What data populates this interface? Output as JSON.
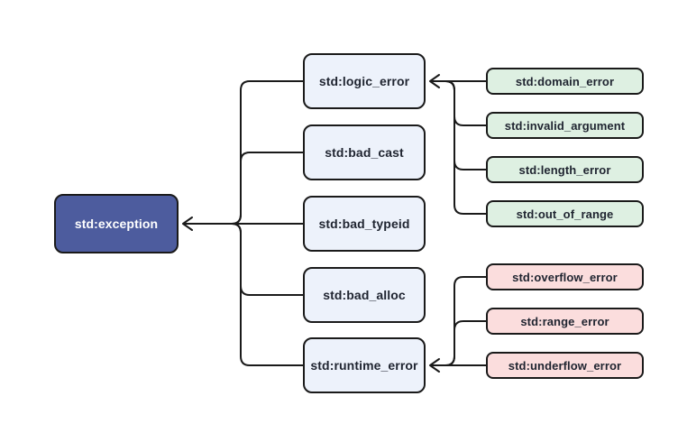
{
  "diagram": {
    "type": "hierarchy-flowchart",
    "root": {
      "label": "std:exception"
    },
    "middle_nodes": [
      {
        "label": "std:logic_error"
      },
      {
        "label": "std:bad_cast"
      },
      {
        "label": "std:bad_typeid"
      },
      {
        "label": "std:bad_alloc"
      },
      {
        "label": "std:runtime_error"
      }
    ],
    "logic_error_children": [
      {
        "label": "std:domain_error"
      },
      {
        "label": "std:invalid_argument"
      },
      {
        "label": "std:length_error"
      },
      {
        "label": "std:out_of_range"
      }
    ],
    "runtime_error_children": [
      {
        "label": "std:overflow_error"
      },
      {
        "label": "std:range_error"
      },
      {
        "label": "std:underflow_error"
      }
    ],
    "colors": {
      "background": "#ffffff",
      "root_fill": "#4d5c9e",
      "root_text": "#ffffff",
      "middle_fill": "#edf2fb",
      "logic_child_fill": "#def0e2",
      "runtime_child_fill": "#fbdddd",
      "border": "#1a1a1a",
      "connector": "#1a1a1a",
      "text": "#1f2430"
    },
    "arrows": "children point to parent with open V arrowheads"
  }
}
